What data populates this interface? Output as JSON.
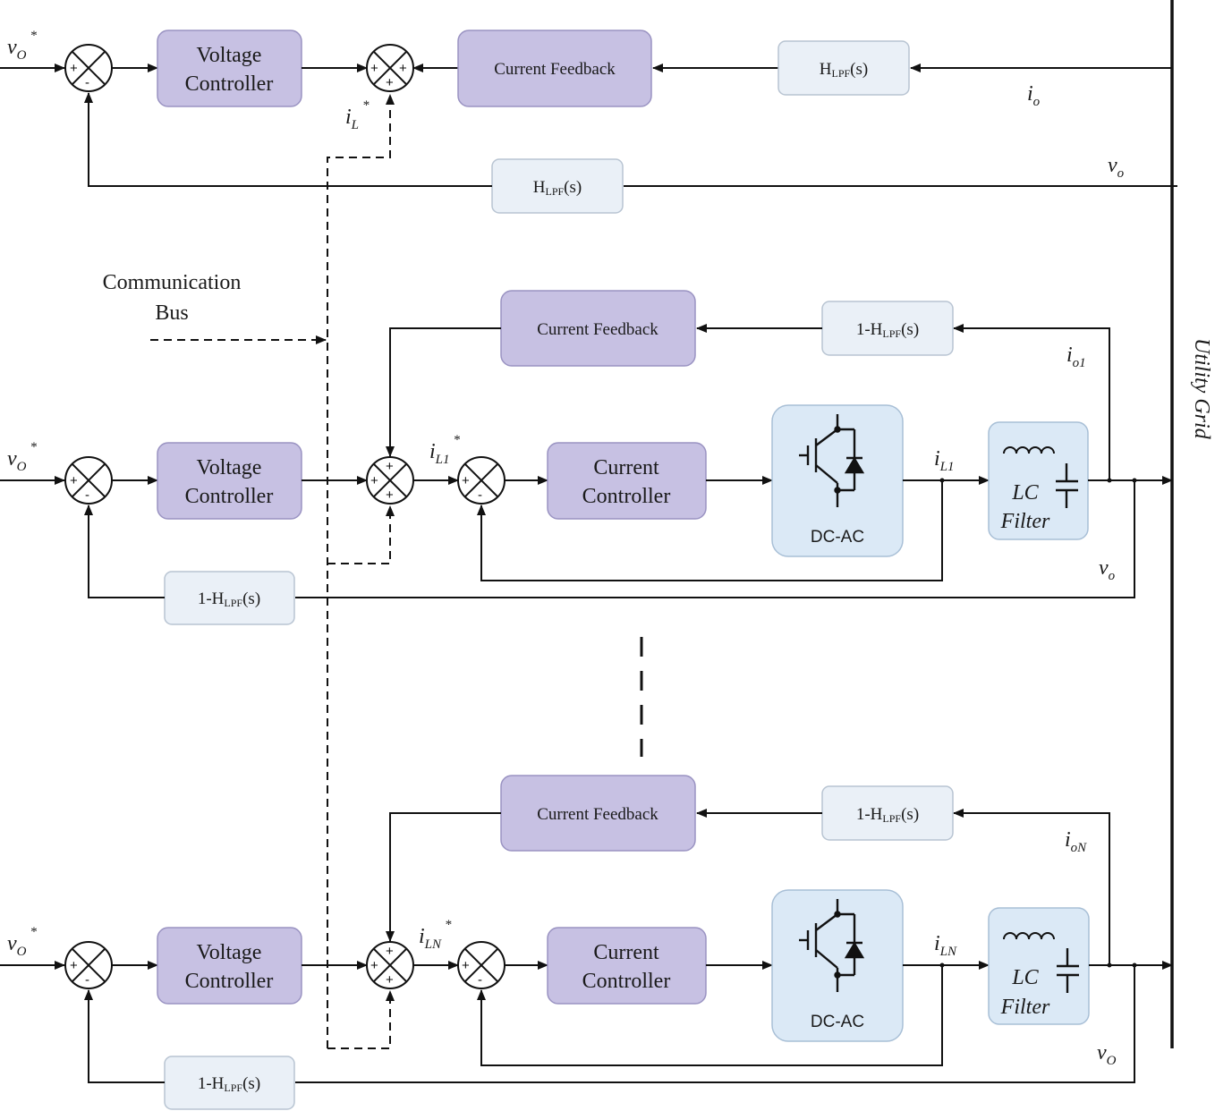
{
  "labels": {
    "voltage_controller": [
      "Voltage",
      "Controller"
    ],
    "current_controller": [
      "Current",
      "Controller"
    ],
    "current_feedback": "Current Feedback",
    "hlpf": {
      "main": "H",
      "sub": "LPF",
      "tail": "(s)"
    },
    "one_minus_hlpf": {
      "main": "1-H",
      "sub": "LPF",
      "tail": "(s)"
    },
    "dc_ac": "DC-AC",
    "lc_filter": [
      "LC",
      "Filter"
    ],
    "communication_bus": [
      "Communication",
      "Bus"
    ],
    "utility_grid": "Utility Grid"
  },
  "signals": {
    "vo_ref": {
      "main": "v",
      "sub": "O",
      "sup": "*"
    },
    "vo_grid": {
      "main": "v",
      "sub": "o"
    },
    "vo_cap": {
      "main": "v",
      "sub": "O"
    },
    "io": {
      "main": "i",
      "sub": "o"
    },
    "iL_ref": {
      "main": "i",
      "sub": "L",
      "sup": "*"
    },
    "io1": {
      "main": "i",
      "sub": "o1"
    },
    "iL1": {
      "main": "i",
      "sub": "L1"
    },
    "iL1_ref": {
      "main": "i",
      "sub": "L1",
      "sup": "*"
    },
    "ioN": {
      "main": "i",
      "sub": "oN"
    },
    "iLN": {
      "main": "i",
      "sub": "LN"
    },
    "iLN_ref": {
      "main": "i",
      "sub": "LN",
      "sup": "*"
    }
  },
  "summing_signs": {
    "voltage_error": [
      "+",
      "-"
    ],
    "current_sum": [
      "+",
      "+",
      "+"
    ],
    "current_error": [
      "+",
      "-"
    ]
  },
  "colors": {
    "controller_fill": "#c7c1e3",
    "filter_fill": "#eaf0f7",
    "converter_fill": "#dbe9f6",
    "line": "#111111"
  }
}
